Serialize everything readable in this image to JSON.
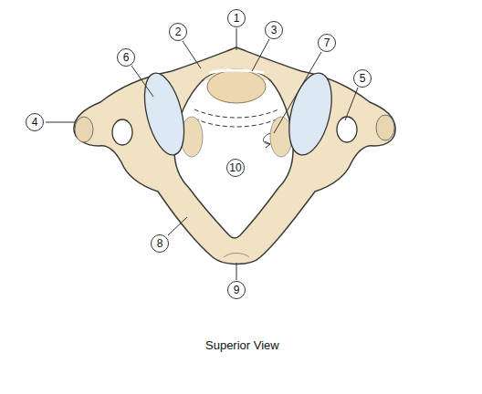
{
  "diagram": {
    "caption": "Superior View",
    "labels": [
      "1",
      "2",
      "3",
      "4",
      "5",
      "6",
      "7",
      "8",
      "9",
      "10"
    ]
  }
}
